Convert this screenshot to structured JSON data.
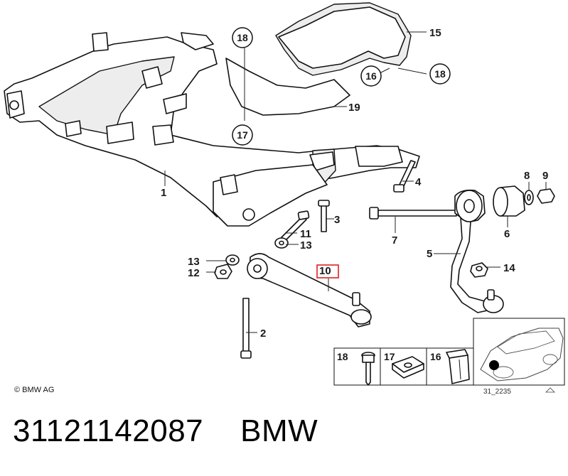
{
  "callouts": {
    "c1": "1",
    "c2": "2",
    "c3": "3",
    "c4": "4",
    "c5": "5",
    "c6": "6",
    "c7": "7",
    "c8": "8",
    "c9": "9",
    "c10": "10",
    "c11": "11",
    "c12": "12",
    "c13a": "13",
    "c13b": "13",
    "c14": "14",
    "c15": "15",
    "c16": "16",
    "c17": "17",
    "c18a": "18",
    "c18b": "18",
    "c19": "19"
  },
  "inset": {
    "items": [
      {
        "label": "18"
      },
      {
        "label": "17"
      },
      {
        "label": "16"
      }
    ],
    "doc_number": "31_2235"
  },
  "copyright": "© BMW AG",
  "caption": {
    "part_number": "31121142087",
    "brand": "BMW"
  },
  "colors": {
    "highlight": "#e02020",
    "line": "#111111"
  }
}
